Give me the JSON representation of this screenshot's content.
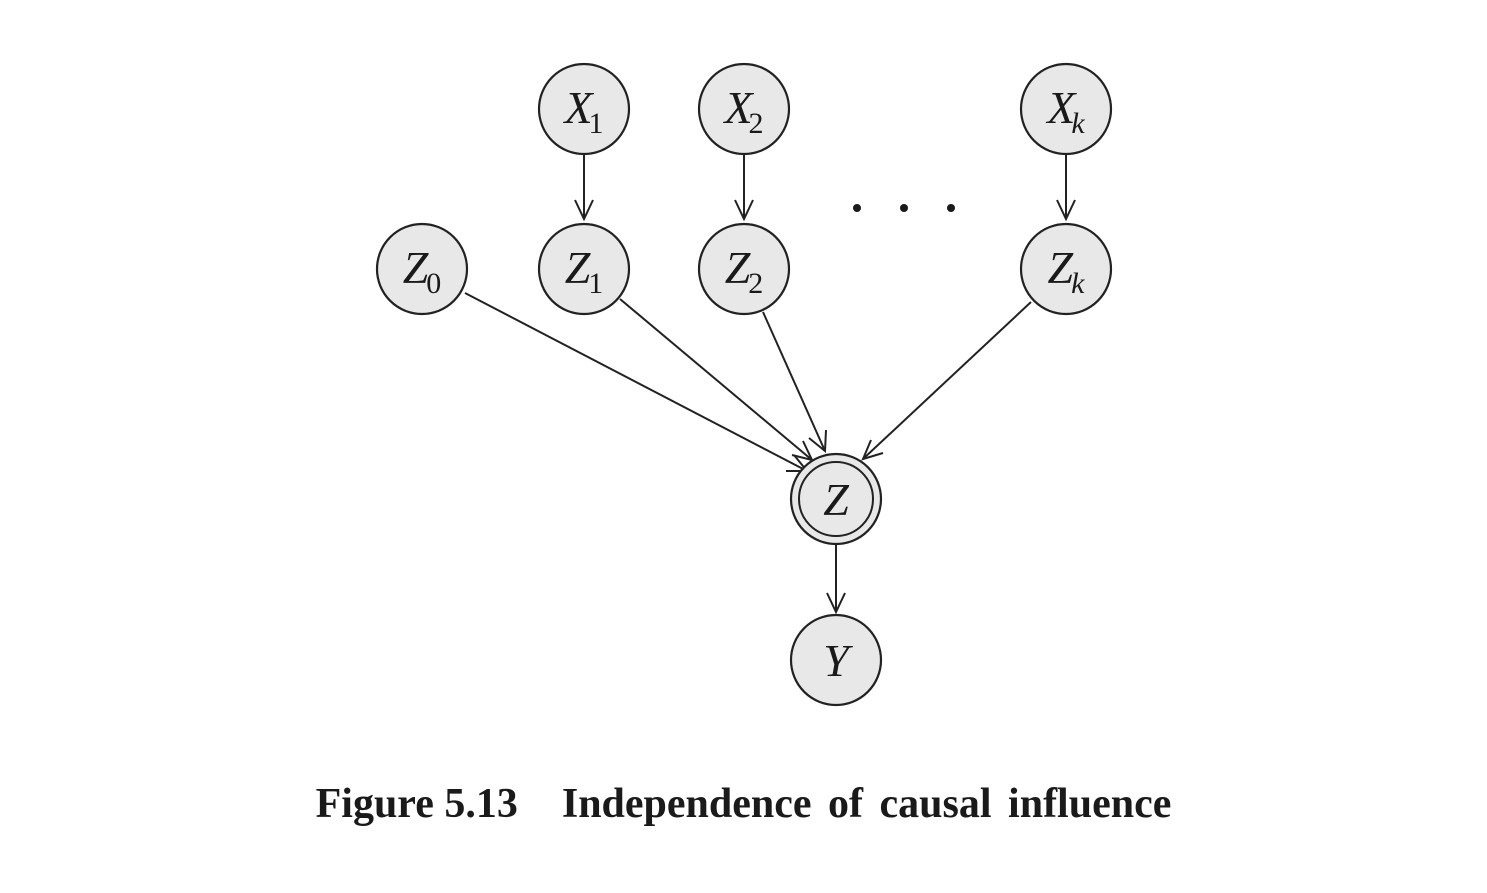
{
  "nodes": {
    "x1": {
      "main": "X",
      "sub": "1"
    },
    "x2": {
      "main": "X",
      "sub": "2"
    },
    "xk": {
      "main": "X",
      "sub": "k"
    },
    "z0": {
      "main": "Z",
      "sub": "0"
    },
    "z1": {
      "main": "Z",
      "sub": "1"
    },
    "z2": {
      "main": "Z",
      "sub": "2"
    },
    "zk": {
      "main": "Z",
      "sub": "k"
    },
    "z": {
      "main": "Z"
    },
    "y": {
      "main": "Y"
    }
  },
  "edges": [
    {
      "from": "x1",
      "to": "z1"
    },
    {
      "from": "x2",
      "to": "z2"
    },
    {
      "from": "xk",
      "to": "zk"
    },
    {
      "from": "z0",
      "to": "z"
    },
    {
      "from": "z1",
      "to": "z"
    },
    {
      "from": "z2",
      "to": "z"
    },
    {
      "from": "zk",
      "to": "z"
    },
    {
      "from": "z",
      "to": "y"
    }
  ],
  "caption": {
    "label": "Figure 5.13",
    "title": "Independence of causal influence"
  }
}
